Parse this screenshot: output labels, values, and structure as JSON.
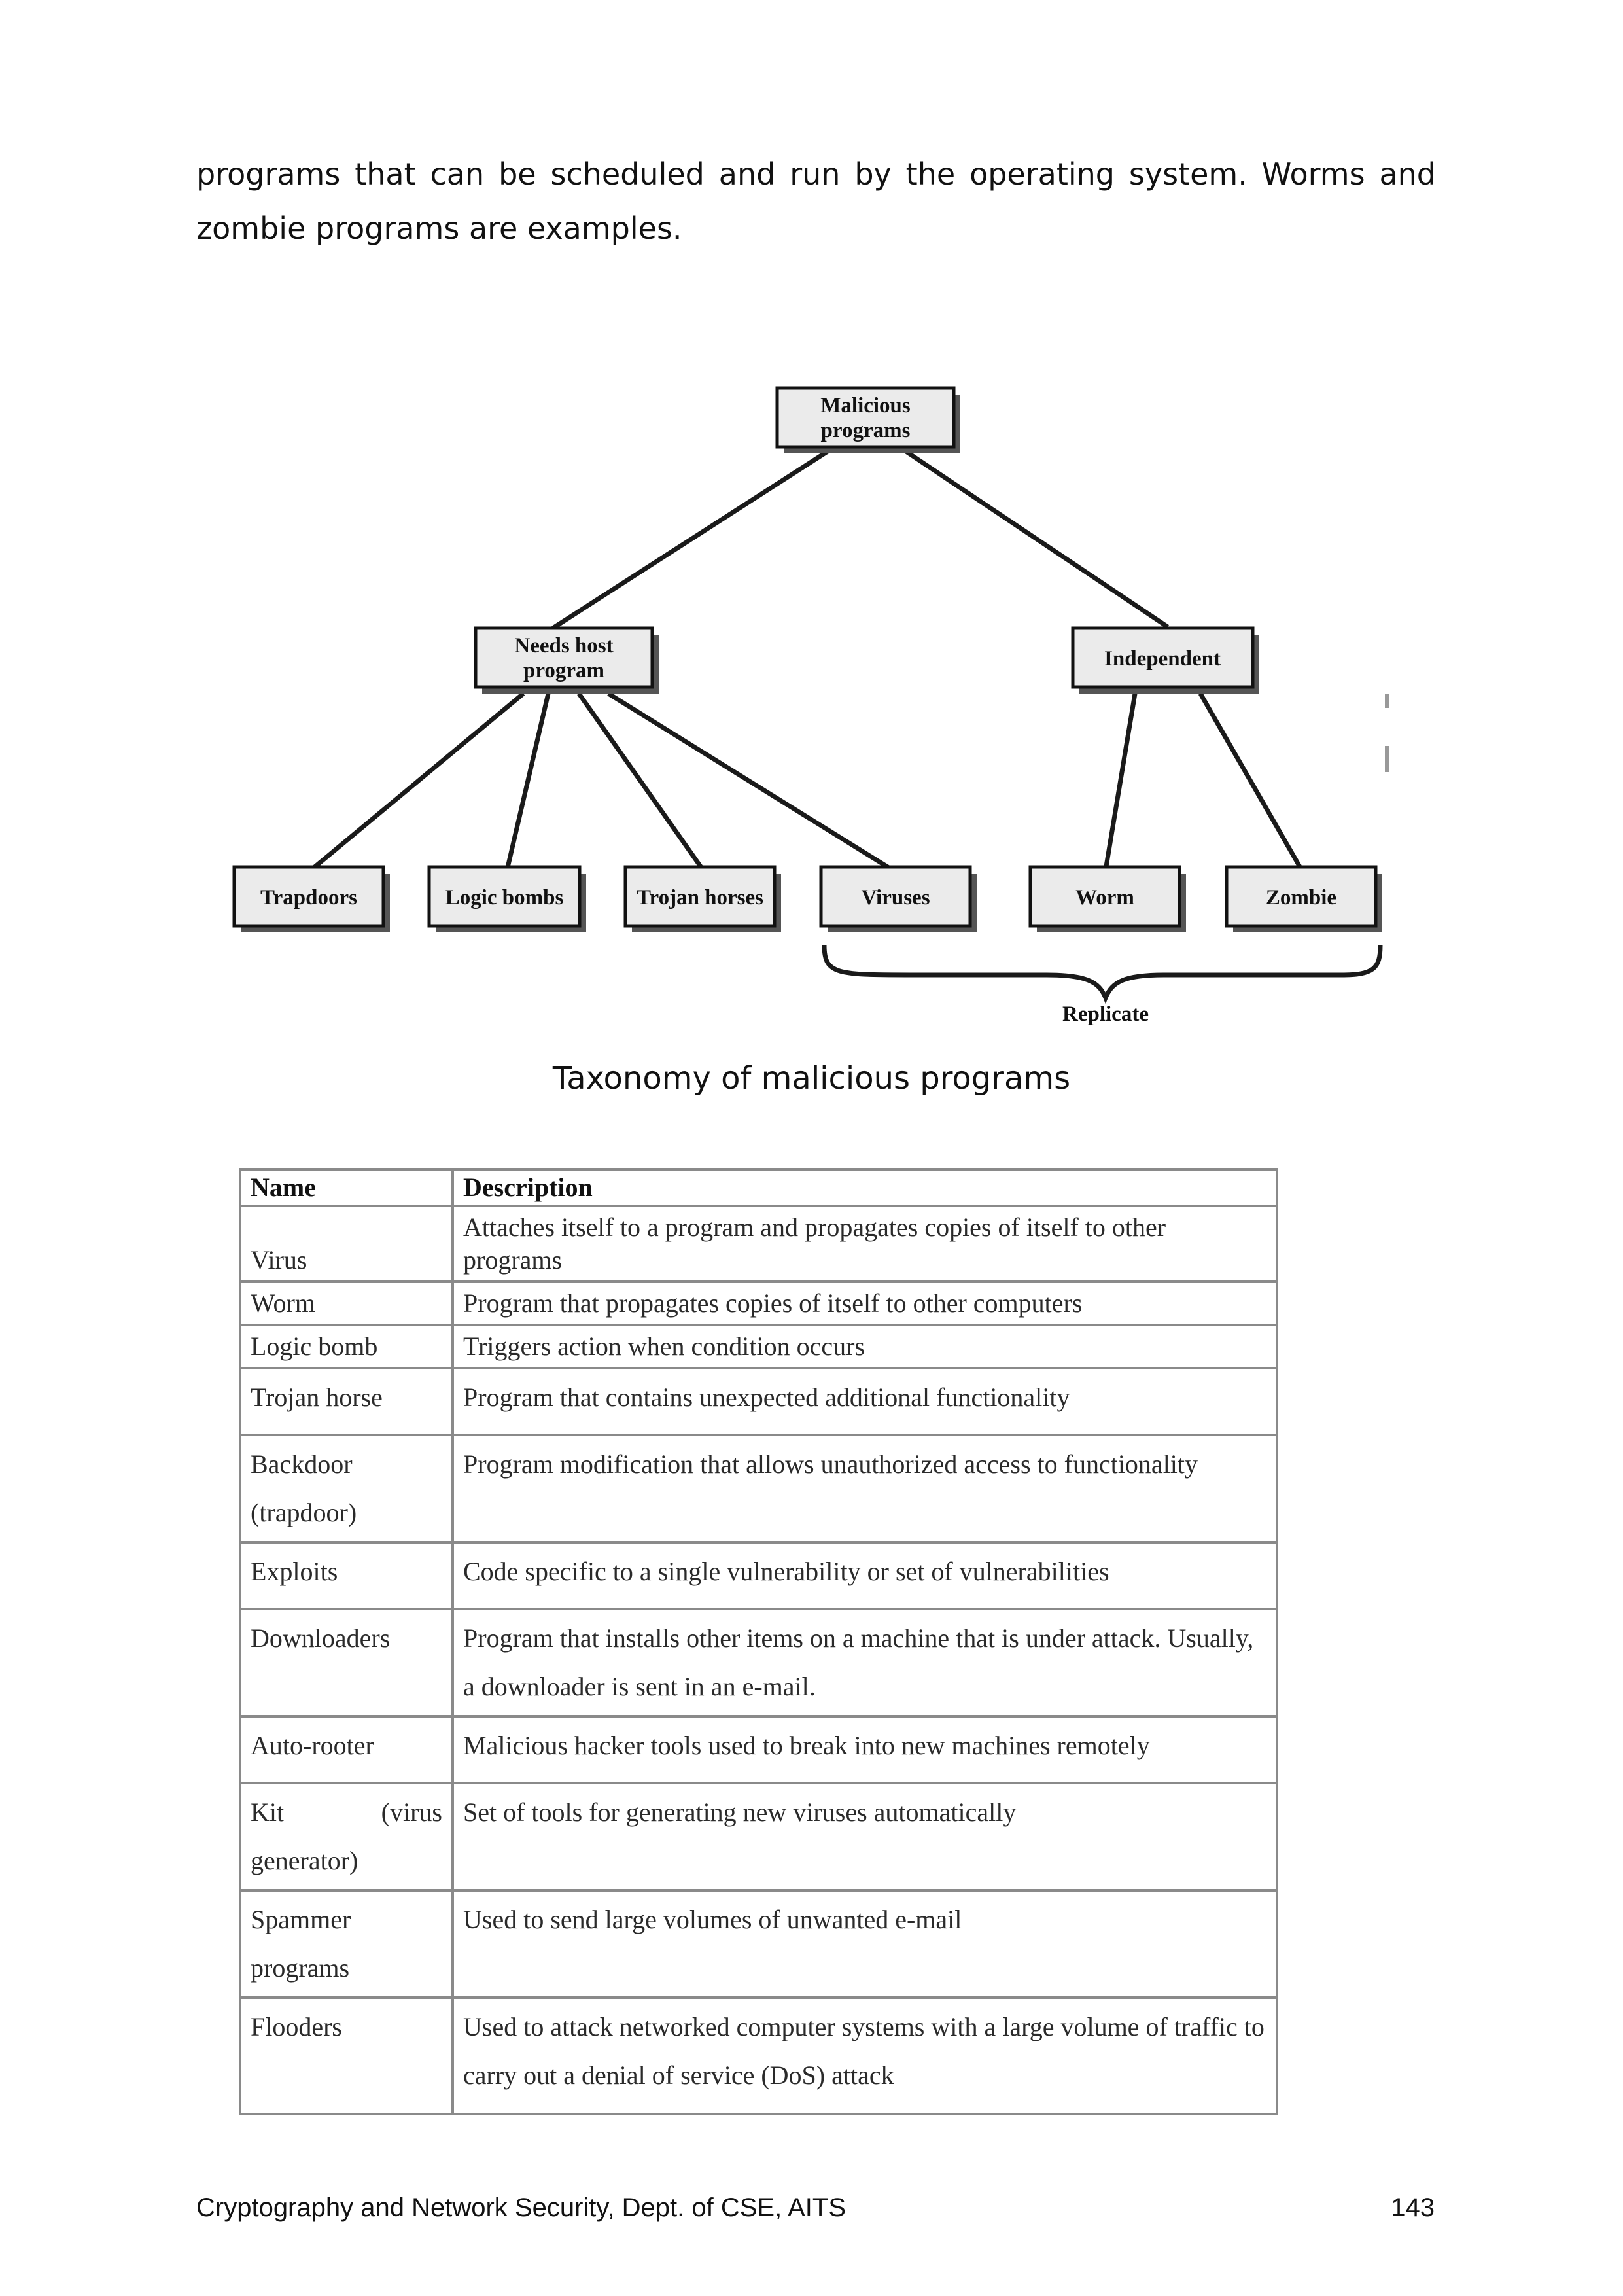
{
  "intro_text": "programs that can be scheduled and run by the operating system. Worms and zombie programs are examples.",
  "diagram": {
    "root": "Malicious programs",
    "needs_host": "Needs host program",
    "independent": "Independent",
    "leaves": {
      "trapdoors": "Trapdoors",
      "logic_bombs": "Logic bombs",
      "trojan_horses": "Trojan horses",
      "viruses": "Viruses",
      "worm": "Worm",
      "zombie": "Zombie"
    },
    "replicate": "Replicate"
  },
  "caption": "Taxonomy of malicious programs",
  "table": {
    "headers": {
      "name": "Name",
      "description": "Description"
    },
    "rows": [
      {
        "name": "Virus",
        "description": "Attaches itself to a program and propagates copies of itself to other programs"
      },
      {
        "name": "Worm",
        "description": "Program that propagates copies of itself to other computers"
      },
      {
        "name": "Logic bomb",
        "description": "Triggers action when condition occurs"
      },
      {
        "name": "Trojan horse",
        "description": "Program that contains unexpected additional functionality"
      },
      {
        "name": "Backdoor (trapdoor)",
        "description": "Program modification that allows unauthorized access to functionality"
      },
      {
        "name": "Exploits",
        "description": "Code specific to a single vulnerability or set of vulnerabilities"
      },
      {
        "name": "Downloaders",
        "description": "Program that installs other items on a machine that is under attack. Usually, a downloader is sent in an e-mail."
      },
      {
        "name": "Auto-rooter",
        "description": "Malicious hacker tools used to break into new machines remotely"
      },
      {
        "name": "Kit (virus generator)",
        "description": "Set of tools for generating new viruses automatically"
      },
      {
        "name": "Spammer programs",
        "description": "Used to send large volumes of unwanted e-mail"
      },
      {
        "name": "Flooders",
        "description": "Used to attack networked computer systems with a large volume of traffic to carry out a denial of service (DoS) attack"
      }
    ]
  },
  "footer": {
    "left": "Cryptography and Network Security, Dept. of CSE, AITS",
    "page_number": "143"
  }
}
